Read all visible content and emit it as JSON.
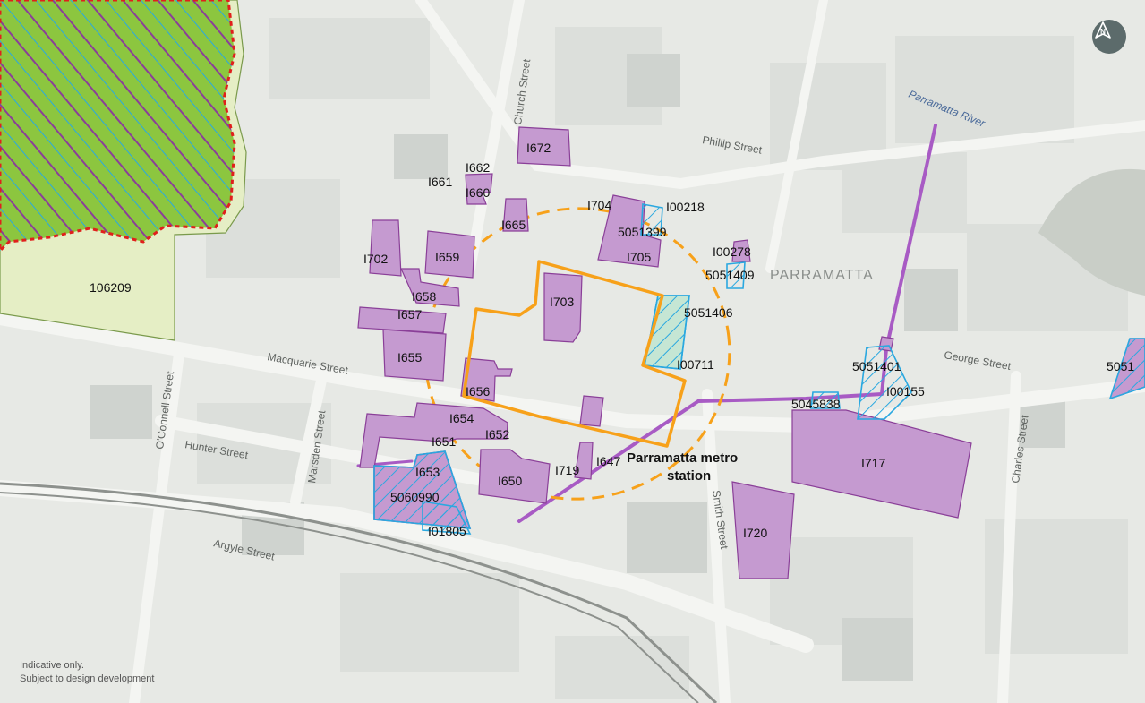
{
  "map": {
    "heritage_ids": [
      "106209",
      "I672",
      "I662",
      "I661",
      "I660",
      "I665",
      "I704",
      "I00218",
      "5051399",
      "I705",
      "I00278",
      "5051409",
      "I702",
      "I659",
      "I658",
      "I657",
      "I655",
      "I703",
      "5051406",
      "I00711",
      "I656",
      "I654",
      "I651",
      "I652",
      "I653",
      "5060990",
      "I01805",
      "I650",
      "I719",
      "I647",
      "I717",
      "I720",
      "5051401",
      "I00155",
      "5045838",
      "5051"
    ],
    "station_label_line1": "Parramatta metro",
    "station_label_line2": "station",
    "suburb_label": "PARRAMATTA",
    "river_label": "Parramatta River",
    "streets": [
      "Church Street",
      "Phillip Street",
      "Macquarie Street",
      "Hunter Street",
      "O'Connell Street",
      "Marsden Street",
      "Argyle Street",
      "Smith Street",
      "Charles Street",
      "George Street"
    ]
  },
  "disclaimer": {
    "line1": "Indicative only.",
    "line2": "Subject to design development"
  },
  "controls": {
    "north_icon": "compass-north-icon"
  },
  "colors": {
    "heritage_fill": "#c59ad0",
    "heritage_stroke": "#8a3f98",
    "hatch_stroke": "#2aa8e0",
    "green_fill": "#8cc63f",
    "boundary_dash": "#e0201c",
    "station_box": "#f7a11a",
    "tunnel": "#a85bc4"
  }
}
